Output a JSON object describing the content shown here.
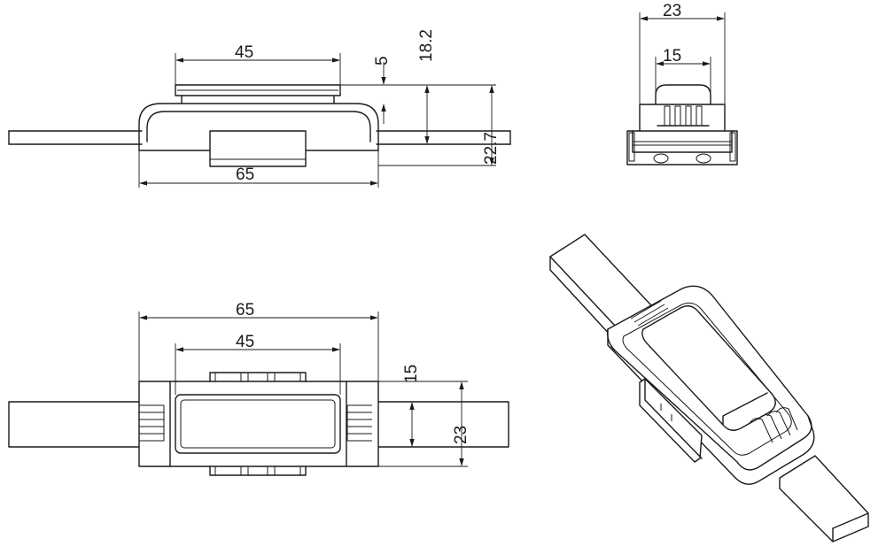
{
  "drawing": {
    "type": "technical-drawing",
    "views": [
      "side-view",
      "end-view",
      "top-view",
      "isometric-view"
    ],
    "dimensions": {
      "side_top_width": "45",
      "side_gap": "5",
      "side_height": "18.2",
      "side_total_height": "22.7",
      "side_overall_width": "65",
      "end_overall_width": "23",
      "end_inner_width": "15",
      "top_overall_width": "65",
      "top_inner_width": "45",
      "top_inner_height": "15",
      "top_overall_height": "23"
    }
  }
}
